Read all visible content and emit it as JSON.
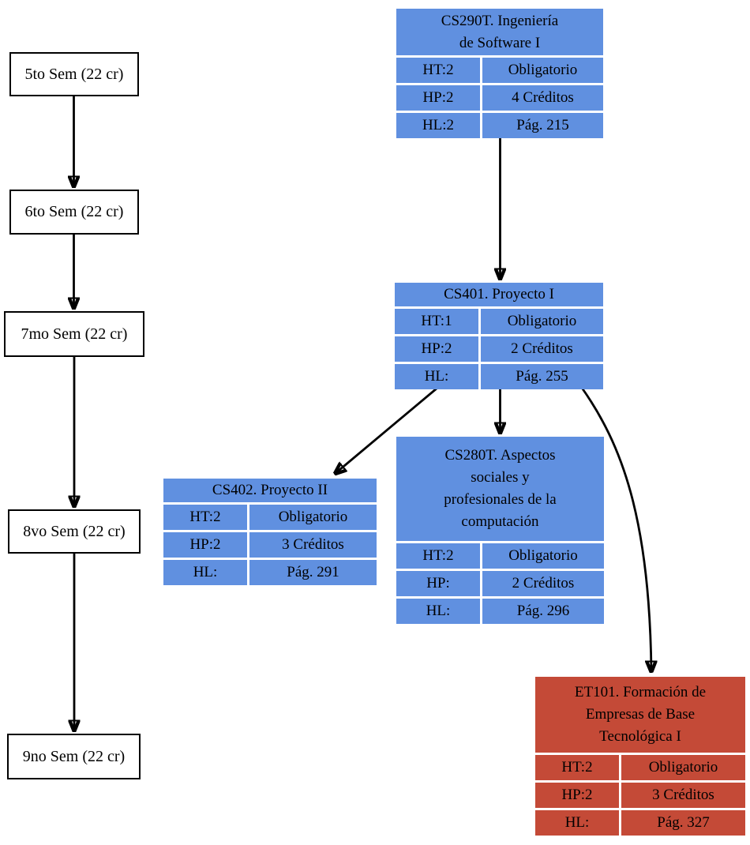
{
  "semesters": {
    "s5": {
      "label": "5to Sem (22 cr)"
    },
    "s6": {
      "label": "6to Sem (22 cr)"
    },
    "s7": {
      "label": "7mo Sem (22 cr)"
    },
    "s8": {
      "label": "8vo Sem (22 cr)"
    },
    "s9": {
      "label": "9no Sem (22 cr)"
    }
  },
  "courses": {
    "cs290t": {
      "title": "CS290T. Ingeniería\nde Software I",
      "ht": "HT:2",
      "hp": "HP:2",
      "hl": "HL:2",
      "type": "Obligatorio",
      "credits": "4 Créditos",
      "page": "Pág. 215",
      "color": "blue"
    },
    "cs401": {
      "title": "CS401. Proyecto I",
      "ht": "HT:1",
      "hp": "HP:2",
      "hl": "HL:",
      "type": "Obligatorio",
      "credits": "2 Créditos",
      "page": "Pág. 255",
      "color": "blue"
    },
    "cs402": {
      "title": "CS402. Proyecto II",
      "ht": "HT:2",
      "hp": "HP:2",
      "hl": "HL:",
      "type": "Obligatorio",
      "credits": "3 Créditos",
      "page": "Pág. 291",
      "color": "blue"
    },
    "cs280t": {
      "title": "CS280T. Aspectos\nsociales y\nprofesionales de la\ncomputación",
      "ht": "HT:2",
      "hp": "HP:",
      "hl": "HL:",
      "type": "Obligatorio",
      "credits": "2 Créditos",
      "page": "Pág. 296",
      "color": "blue"
    },
    "et101": {
      "title": "ET101. Formación de\nEmpresas de Base\nTecnológica I",
      "ht": "HT:2",
      "hp": "HP:2",
      "hl": "HL:",
      "type": "Obligatorio",
      "credits": "3 Créditos",
      "page": "Pág. 327",
      "color": "red"
    }
  },
  "edges": [
    {
      "from": "sem-5",
      "to": "sem-6"
    },
    {
      "from": "sem-6",
      "to": "sem-7"
    },
    {
      "from": "sem-7",
      "to": "sem-8"
    },
    {
      "from": "sem-8",
      "to": "sem-9"
    },
    {
      "from": "cs290t",
      "to": "cs401"
    },
    {
      "from": "cs401",
      "to": "cs402"
    },
    {
      "from": "cs401",
      "to": "cs280t"
    },
    {
      "from": "cs401",
      "to": "et101"
    }
  ],
  "colors": {
    "blue": "#6090E0",
    "red": "#C44A37",
    "edge": "#000000",
    "bg": "#FFFFFF"
  }
}
